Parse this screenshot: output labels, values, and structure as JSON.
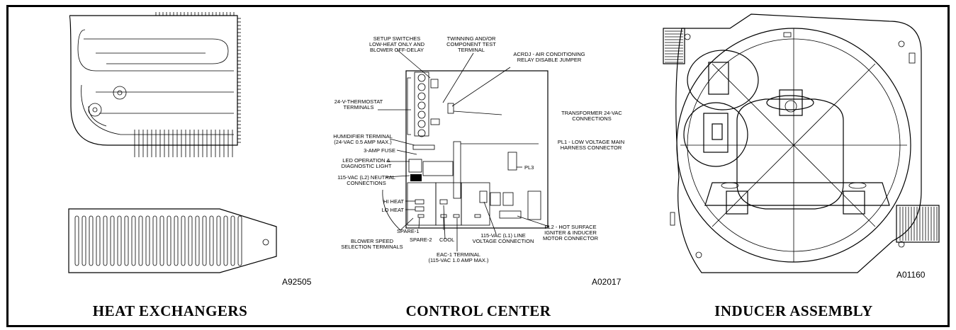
{
  "panels": {
    "heat_exchangers": {
      "caption": "HEAT EXCHANGERS",
      "ref": "A92505"
    },
    "control_center": {
      "caption": "CONTROL CENTER",
      "ref": "A02017"
    },
    "inducer_assembly": {
      "caption": "INDUCER ASSEMBLY",
      "ref": "A01160"
    }
  },
  "control_labels": {
    "setup_switches": [
      "SETUP SWITCHES",
      "LOW-HEAT ONLY AND",
      "BLOWER OFF-DELAY"
    ],
    "twinning": [
      "TWINNING AND/OR",
      "COMPONENT TEST",
      "TERMINAL"
    ],
    "acrdj": [
      "ACRDJ - AIR CONDITIONING",
      "RELAY DISABLE JUMPER"
    ],
    "thermostat": [
      "24-V-THERMOSTAT",
      "TERMINALS"
    ],
    "transformer": [
      "TRANSFORMER 24-VAC",
      "CONNECTIONS"
    ],
    "humidifier": [
      "HUMIDIFIER TERMINAL",
      "(24-VAC 0.5 AMP MAX.)"
    ],
    "fuse": "3-AMP FUSE",
    "pl1": [
      "PL1 - LOW VOLTAGE MAIN",
      "HARNESS CONNECTOR"
    ],
    "led": [
      "LED OPERATION &",
      "DIAGNOSTIC LIGHT"
    ],
    "pl3": "PL3",
    "neutral": [
      "115-VAC (L2) NEUTRAL",
      "CONNECTIONS"
    ],
    "hi_heat": "HI HEAT",
    "lo_heat": "LO HEAT",
    "spare1": "SPARE-1",
    "spare2": "SPARE-2",
    "blower_speed": [
      "BLOWER SPEED",
      "SELECTION TERMINALS"
    ],
    "cool": "COOL",
    "line_voltage": [
      "115-VAC (L1) LINE",
      "VOLTAGE CONNECTION"
    ],
    "pl2": [
      "PL2 - HOT SURFACE",
      "IGNITER & INDUCER",
      "MOTOR CONNECTOR"
    ],
    "eac1": [
      "EAC-1 TERMINAL",
      "(115-VAC 1.0 AMP MAX.)"
    ]
  }
}
